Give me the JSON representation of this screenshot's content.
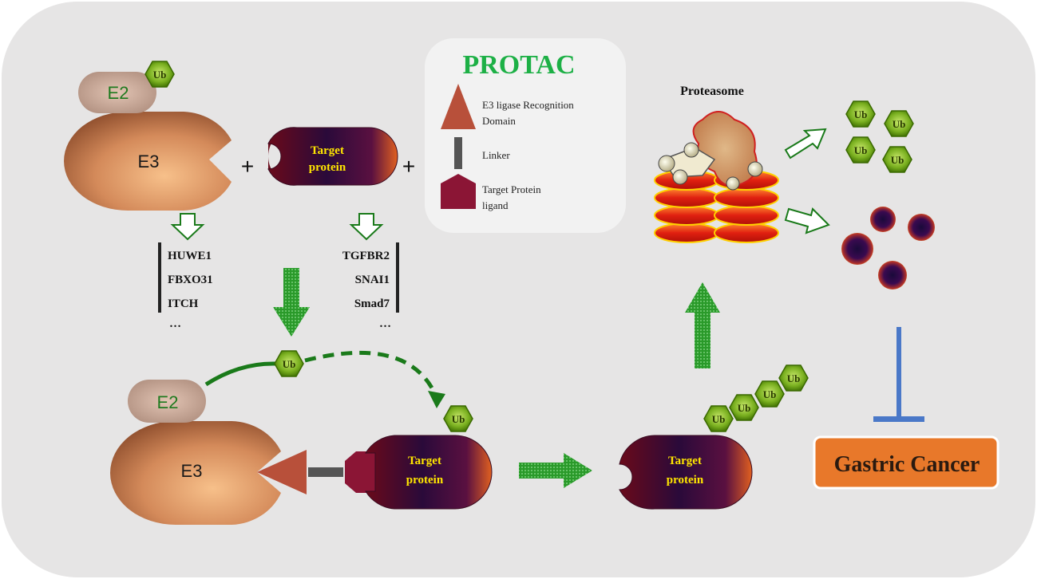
{
  "protac_box": {
    "title": "PROTAC",
    "legend": [
      {
        "label_line1": "E3 ligase Recognition",
        "label_line2": "Domain",
        "icon": "triangle-icon",
        "color": "#b8503a"
      },
      {
        "label_line1": "Linker",
        "label_line2": "",
        "icon": "linker-icon",
        "color": "#555555"
      },
      {
        "label_line1": "Target Protein",
        "label_line2": "ligand",
        "icon": "pentagon-icon",
        "color": "#8b1535"
      }
    ]
  },
  "top_complex": {
    "e2": "E2",
    "e3": "E3",
    "ub": "Ub",
    "plus1": "+",
    "plus2": "+",
    "target_line1": "Target",
    "target_line2": "protein"
  },
  "e3_list": [
    "HUWE1",
    "FBXO31",
    "ITCH",
    "…"
  ],
  "target_list": [
    "TGFBR2",
    "SNAI1",
    "Smad7",
    "…"
  ],
  "bottom_complex": {
    "e2": "E2",
    "e3": "E3",
    "ub": "Ub",
    "ub_attached": "Ub",
    "target_line1": "Target",
    "target_line2": "protein"
  },
  "ubiquitinated_target": {
    "ub_chain": [
      "Ub",
      "Ub",
      "Ub",
      "Ub"
    ],
    "target_line1": "Target",
    "target_line2": "protein"
  },
  "proteasome": {
    "label": "Proteasome"
  },
  "released_ub": [
    "Ub",
    "Ub",
    "Ub",
    "Ub"
  ],
  "outcome": {
    "label": "Gastric Cancer"
  },
  "colors": {
    "ub_green": "#5a9a0a",
    "ub_text": "#2a3a00",
    "arrow_green": "#1a7a1a",
    "protac_title": "#1db046",
    "target_text": "#ffe600",
    "e2_text": "#1f7a1f",
    "inhibit_blue": "#4a78c8",
    "cancer_orange": "#e8782a",
    "cancer_text": "#2a1a10"
  }
}
